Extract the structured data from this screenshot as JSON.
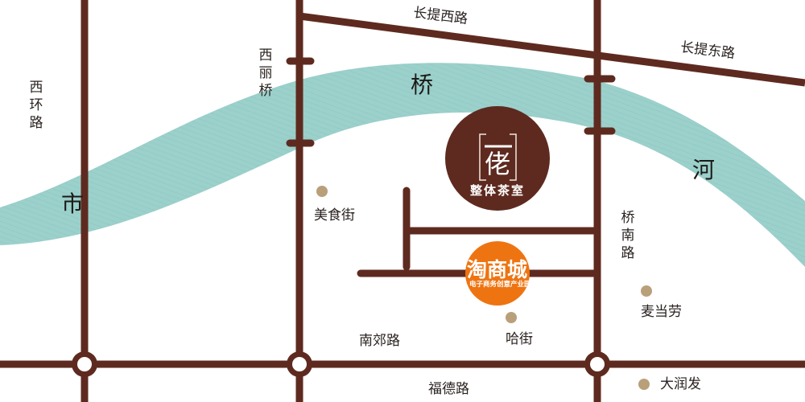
{
  "colors": {
    "road": "#5e2a1f",
    "river": "#9bd0cb",
    "teahouse": "#5e2a1f",
    "mall": "#ee7411",
    "poi": "#b9a07a"
  },
  "river": {
    "chars": [
      "市",
      "桥",
      "河"
    ]
  },
  "roads": {
    "west_ring": "西环路",
    "xili_bridge": "西丽桥",
    "changti_west": "长提西路",
    "changti_east": "长提东路",
    "qiaonan": "桥南路",
    "nanjiao": "南郊路",
    "fude": "福德路"
  },
  "pois": {
    "food_street": "美食街",
    "ha_street": "哈街",
    "mcdonalds": "麦当劳",
    "darunfa": "大润发"
  },
  "teahouse": {
    "logo": "佬",
    "name": "整体茶室"
  },
  "mall": {
    "name": "淘商城",
    "subtitle": "电子商务创意产业园"
  }
}
